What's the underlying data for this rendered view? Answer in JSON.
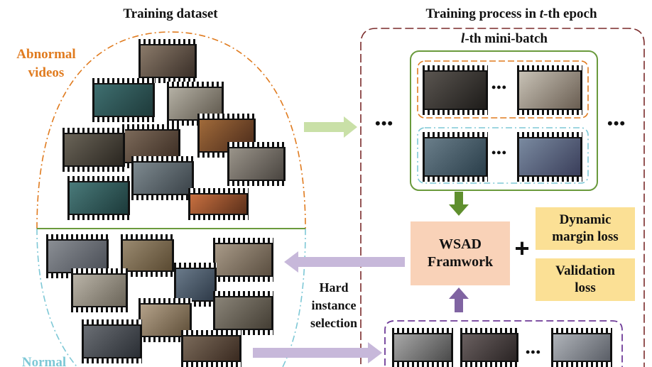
{
  "left": {
    "title": "Training dataset",
    "abnormal_label_1": "Abnormal",
    "abnormal_label_2": "videos",
    "normal_label": "Normal"
  },
  "right": {
    "title_pre": "Training process in ",
    "title_t": "t",
    "title_post": "-th epoch",
    "batch_l": "l",
    "batch_post": "-th mini-batch",
    "ellipsis": "•••"
  },
  "boxes": {
    "wsad_1": "WSAD",
    "wsad_2": "Framwork",
    "plus": "+",
    "dml_1": "Dynamic",
    "dml_2": "margin loss",
    "val_1": "Validation",
    "val_2": "loss"
  },
  "hard": {
    "line1": "Hard",
    "line2": "instance",
    "line3": "selection"
  },
  "colors": {
    "abnormal_orange": "#e07b1f",
    "normal_blue": "#7ec8d6",
    "epoch_red": "#7a2a2a",
    "minibatch_green": "#6a9a3c",
    "bottom_purple": "#6e3b98",
    "wsad_fill": "#f9d2b8",
    "loss_fill": "#fbe095",
    "arrow_green": "#c9e0a7",
    "arrow_purple": "#c7b8da",
    "arrow_dark_green": "#5f8f2e",
    "arrow_dark_purple": "#8064a2"
  }
}
